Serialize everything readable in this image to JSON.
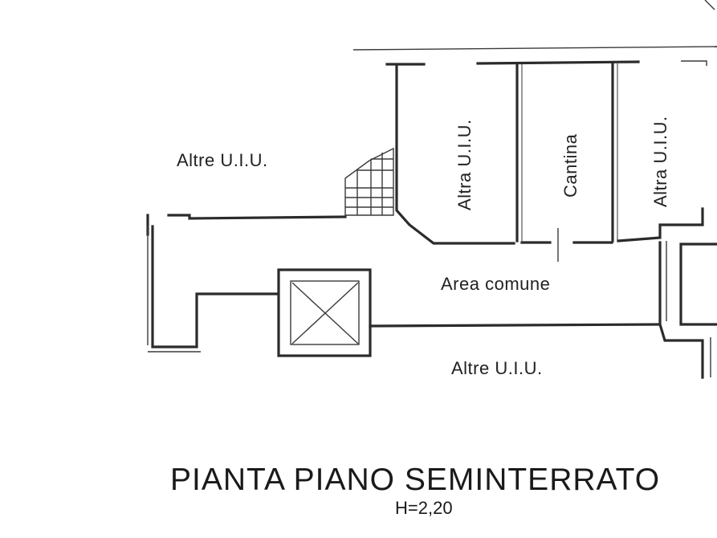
{
  "plan": {
    "title": "PIANTA PIANO SEMINTERRATO",
    "height_note": "H=2,20"
  },
  "rooms": {
    "left_other_units": "Altre U.I.U.",
    "other_unit_1": "Altra U.I.U.",
    "cellar": "Cantina",
    "other_unit_2": "Altra U.I.U.",
    "common_area": "Area comune",
    "bottom_other_units": "Altre U.I.U."
  }
}
